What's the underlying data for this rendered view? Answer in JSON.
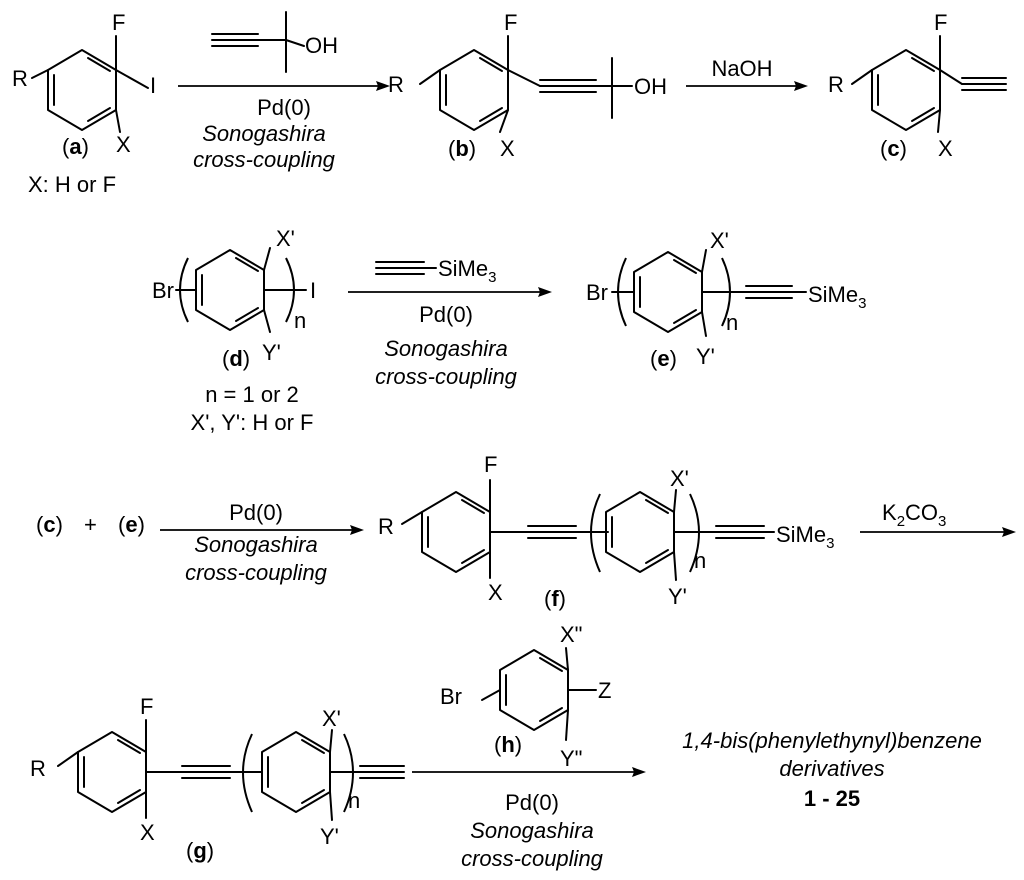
{
  "atoms": {
    "R": "R",
    "F": "F",
    "I": "I",
    "X": "X",
    "OH": "OH",
    "Br": "Br",
    "Xp": "X'",
    "Yp": "Y'",
    "Xpp": "X\"",
    "Ypp": "Y\"",
    "Z": "Z",
    "n": "n",
    "SiMe": "SiMe",
    "sub3": "3"
  },
  "labels": {
    "a": "a",
    "b": "b",
    "c": "c",
    "d": "d",
    "e": "e",
    "f": "f",
    "g": "g",
    "h": "h"
  },
  "notes": {
    "x_def": "X: H or F",
    "n_def": "n = 1 or 2",
    "xy_def": "X', Y': H or F"
  },
  "reagents": {
    "pd": "Pd(0)",
    "sono1": "Sonogashira",
    "sono2": "cross-coupling",
    "naoh": "NaOH",
    "k": "K",
    "sub2": "2",
    "co": "CO",
    "plus": "+"
  },
  "product": {
    "line1": "1,4-bis(phenylethynyl)benzene",
    "line2": "derivatives",
    "num1": "1",
    "dash": "-",
    "num2": "25"
  }
}
